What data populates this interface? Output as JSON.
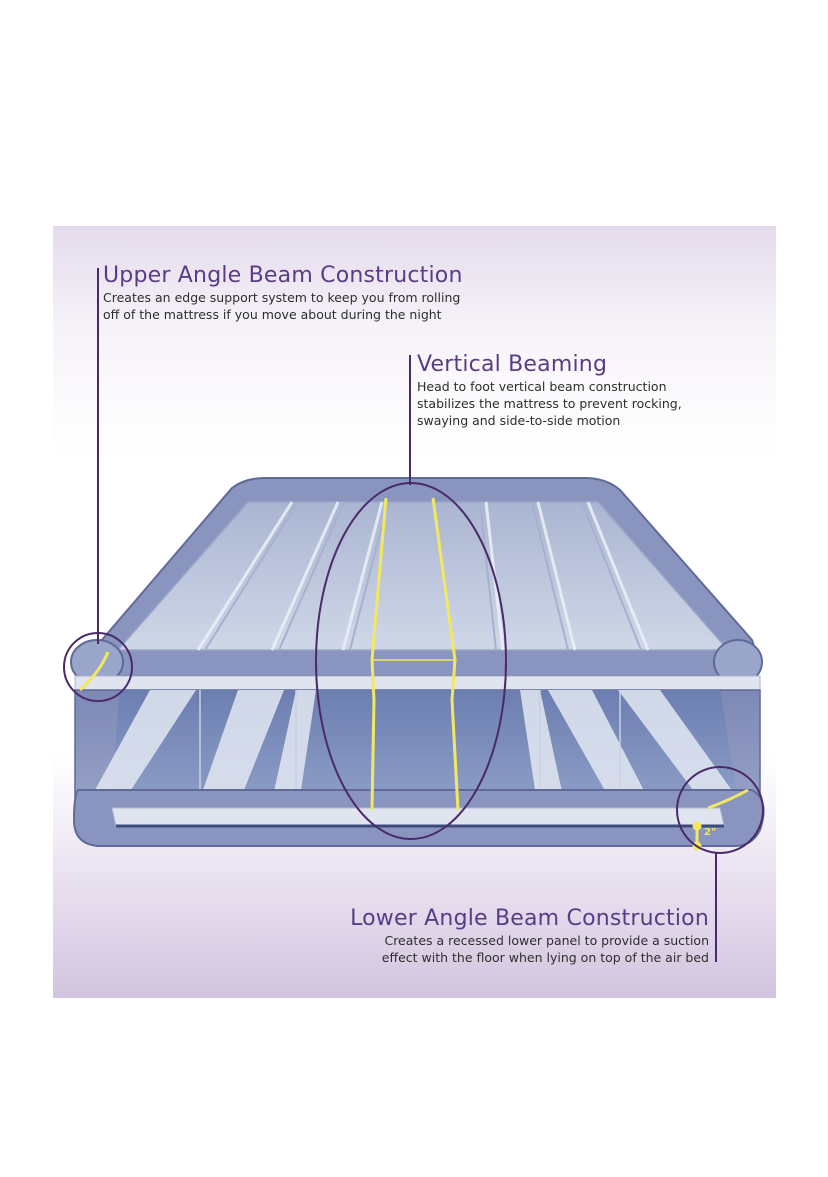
{
  "callouts": {
    "upper": {
      "title": "Upper Angle Beam Construction",
      "desc_lines": [
        "Creates an edge support system to keep you from rolling",
        "off of the mattress if you move about during the night"
      ]
    },
    "vertical": {
      "title": "Vertical Beaming",
      "desc_lines": [
        "Head to foot vertical beam construction",
        "stabilizes the mattress  to prevent rocking,",
        "swaying and side-to-side motion"
      ]
    },
    "lower": {
      "title": "Lower Angle Beam Construction",
      "desc_lines": [
        "Creates a recessed lower panel to provide a suction",
        "effect with the floor when lying on top of the air bed"
      ]
    }
  },
  "measurement_label": "2\"",
  "colors": {
    "title": "#5a3c86",
    "leader_line": "#4a2a6a",
    "mattress_outer": "#8c96bf",
    "mattress_top": "#bcc7dd",
    "beam_highlight": "#f2e860"
  }
}
